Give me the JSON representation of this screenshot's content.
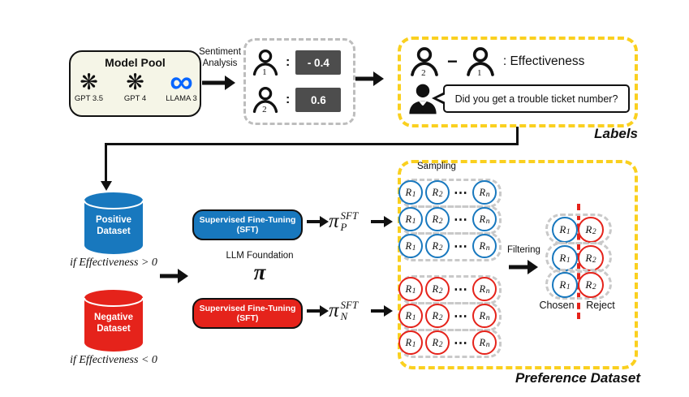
{
  "colors": {
    "blue": "#1878BE",
    "red": "#E5231B",
    "yellow_dash": "#FAD01F",
    "gray_dash": "#C9C9C9",
    "score_badge_bg": "#4D4D4D",
    "meta_blue": "#0866FF",
    "model_pool_bg": "#F5F5E7"
  },
  "model_pool": {
    "title": "Model Pool",
    "models": [
      {
        "icon": "openai-logo",
        "label": "GPT 3.5"
      },
      {
        "icon": "openai-logo",
        "label": "GPT 4"
      },
      {
        "icon": "meta-logo",
        "label": "LLAMA 3",
        "glyph": "∞"
      }
    ],
    "openai_glyph": "❋"
  },
  "sentiment": {
    "line1": "Sentiment",
    "line2": "Analysis"
  },
  "scores": {
    "colon": ":",
    "rows": [
      {
        "agent_sub": "1",
        "value": "- 0.4"
      },
      {
        "agent_sub": "2",
        "value": "0.6"
      }
    ]
  },
  "labels_box": {
    "person_left_sub": "2",
    "minus": "−",
    "person_right_sub": "1",
    "effectiveness": ": Effectiveness",
    "question": "Did you get a trouble ticket number?",
    "caption": "Labels"
  },
  "datasets": {
    "positive": {
      "line1": "Positive",
      "line2": "Dataset",
      "condition": "if Effectiveness > 0"
    },
    "negative": {
      "line1": "Negative",
      "line2": "Dataset",
      "condition": "if Effectiveness < 0"
    }
  },
  "sft": {
    "line1": "Supervised Fine-Tuning",
    "line2": "(SFT)"
  },
  "llm": {
    "label": "LLM Foundation",
    "pi": "π"
  },
  "policies": {
    "pi": "π",
    "sup": "SFT",
    "sub_p": "P",
    "sub_n": "N"
  },
  "preference": {
    "sampling_label": "Sampling",
    "filtering_label": "Filtering",
    "chosen_label": "Chosen",
    "reject_label": "Reject",
    "caption": "Preference Dataset",
    "r_base": "R",
    "subs": [
      "1",
      "2",
      "n"
    ],
    "dots": "⋯",
    "sample_rows": [
      {
        "color": "blue"
      },
      {
        "color": "blue"
      },
      {
        "color": "blue"
      },
      {
        "color": "red"
      },
      {
        "color": "red"
      },
      {
        "color": "red"
      }
    ],
    "pairs": [
      {
        "chosen_sub": "1",
        "reject_sub": "2"
      },
      {
        "chosen_sub": "1",
        "reject_sub": "2"
      },
      {
        "chosen_sub": "1",
        "reject_sub": "2"
      }
    ]
  }
}
